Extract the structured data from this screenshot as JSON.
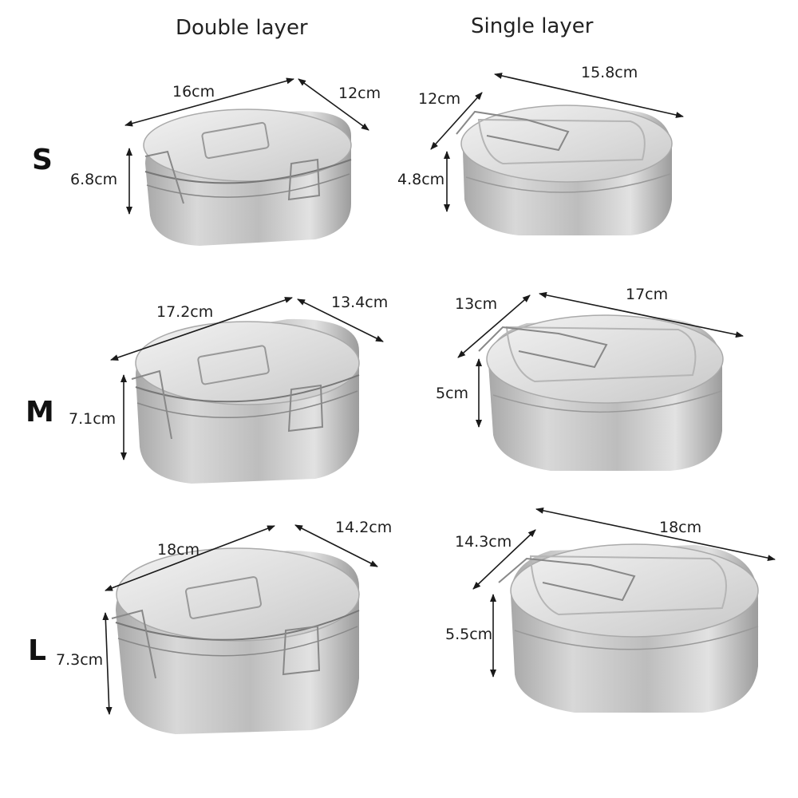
{
  "columns": [
    {
      "title": "Double layer"
    },
    {
      "title": "Single layer"
    }
  ],
  "sizes": [
    {
      "label": "S",
      "double": {
        "length": "16cm",
        "width": "12cm",
        "height": "6.8cm"
      },
      "single": {
        "length": "15.8cm",
        "width": "12cm",
        "height": "4.8cm"
      }
    },
    {
      "label": "M",
      "double": {
        "length": "17.2cm",
        "width": "13.4cm",
        "height": "7.1cm"
      },
      "single": {
        "length": "17cm",
        "width": "13cm",
        "height": "5cm"
      }
    },
    {
      "label": "L",
      "double": {
        "length": "18cm",
        "width": "14.2cm",
        "height": "7.3cm"
      },
      "single": {
        "length": "18cm",
        "width": "14.3cm",
        "height": "5.5cm"
      }
    }
  ],
  "colors": {
    "steel_light": "#e4e4e4",
    "steel_mid": "#c4c4c4",
    "steel_dark": "#9a9a9a",
    "arrow": "#1a1a1a"
  }
}
